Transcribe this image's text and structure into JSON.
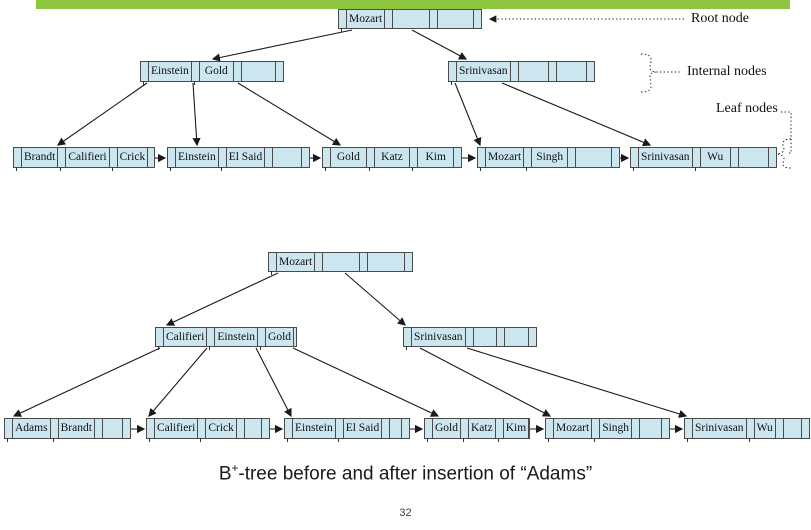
{
  "slide": {
    "accent_bar_color": "#8EC63F",
    "node_fill_color": "#CBE6EF",
    "caption": {
      "base": "B",
      "sup": "+",
      "rest": "-tree before and after insertion of “Adams”"
    },
    "page_number": "32"
  },
  "annotations": {
    "root_label": "Root node",
    "internal_label": "Internal nodes",
    "leaf_label": "Leaf nodes"
  },
  "tree_before": {
    "root": {
      "keys": [
        "Mozart",
        "",
        ""
      ]
    },
    "internal_nodes": [
      {
        "keys": [
          "Einstein",
          "Gold",
          ""
        ]
      },
      {
        "keys": [
          "Srinivasan",
          "",
          ""
        ]
      }
    ],
    "leaf_nodes": [
      {
        "keys": [
          "Brandt",
          "Califieri",
          "Crick"
        ]
      },
      {
        "keys": [
          "Einstein",
          "El Said",
          ""
        ]
      },
      {
        "keys": [
          "Gold",
          "Katz",
          "Kim"
        ]
      },
      {
        "keys": [
          "Mozart",
          "Singh",
          ""
        ]
      },
      {
        "keys": [
          "Srinivasan",
          "Wu",
          ""
        ]
      }
    ]
  },
  "tree_after": {
    "root": {
      "keys": [
        "Mozart",
        "",
        ""
      ]
    },
    "internal_nodes": [
      {
        "keys": [
          "Califieri",
          "Einstein",
          "Gold"
        ]
      },
      {
        "keys": [
          "Srinivasan",
          "",
          ""
        ]
      }
    ],
    "leaf_nodes": [
      {
        "keys": [
          "Adams",
          "Brandt",
          ""
        ]
      },
      {
        "keys": [
          "Califieri",
          "Crick",
          ""
        ]
      },
      {
        "keys": [
          "Einstein",
          "El Said",
          ""
        ]
      },
      {
        "keys": [
          "Gold",
          "Katz",
          "Kim"
        ]
      },
      {
        "keys": [
          "Mozart",
          "Singh",
          ""
        ]
      },
      {
        "keys": [
          "Srinivasan",
          "Wu",
          ""
        ]
      }
    ]
  }
}
